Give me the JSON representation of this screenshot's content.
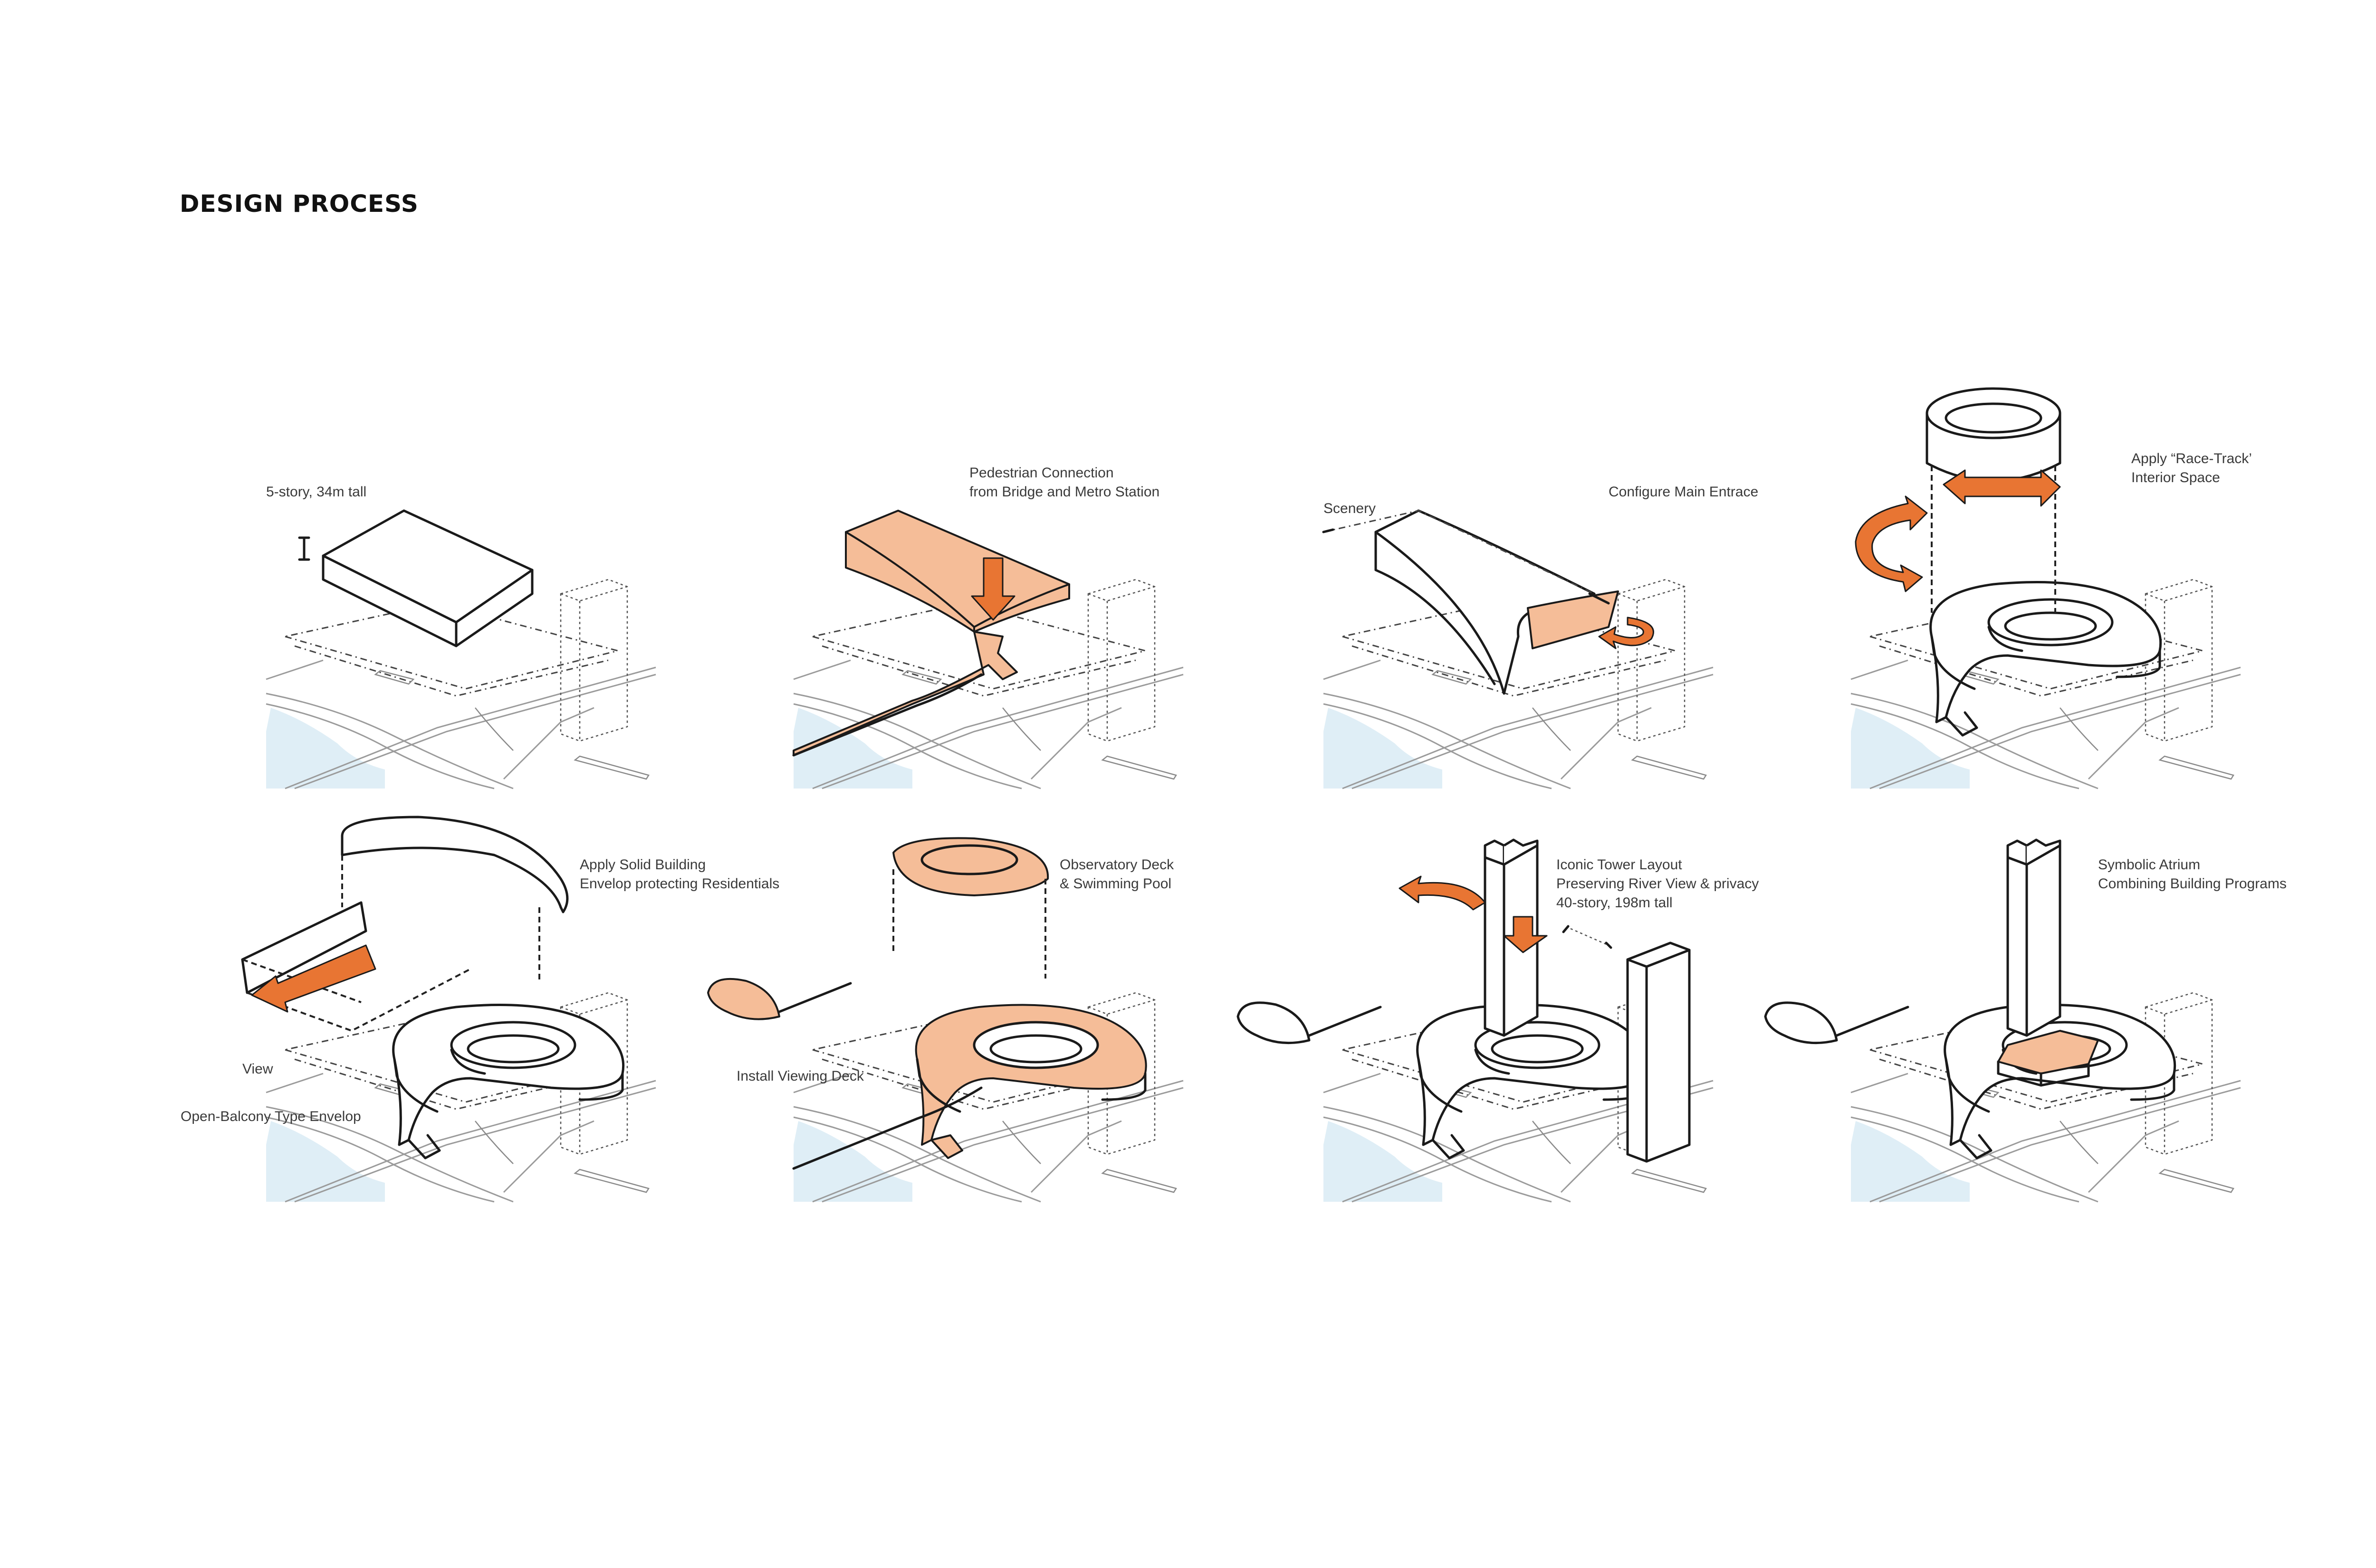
{
  "title": "DESIGN PROCESS",
  "colors": {
    "accent_orange": "#e87533",
    "highlight_peach": "#f5bd98",
    "water": "#dfeef6",
    "line": "#1a1a1a"
  },
  "panels": [
    {
      "labels": [
        "5-story, 34m tall"
      ]
    },
    {
      "labels": [
        "Pedestrian Connection",
        "from Bridge and Metro Station"
      ]
    },
    {
      "labels": [
        "Scenery",
        "Configure Main Entrace"
      ]
    },
    {
      "labels": [
        "Apply “Race-Track’",
        "Interior Space"
      ]
    },
    {
      "labels": [
        "Apply Solid Building",
        "Envelop protecting Residentials",
        "View",
        "Open-Balcony Type Envelop"
      ]
    },
    {
      "labels": [
        "Observatory Deck",
        "& Swimming Pool",
        "Install Viewing Deck"
      ]
    },
    {
      "labels": [
        "Iconic Tower Layout",
        "Preserving River View & privacy",
        "40-story, 198m tall"
      ]
    },
    {
      "labels": [
        "Symbolic Atrium",
        "Combining Building Programs"
      ]
    }
  ]
}
